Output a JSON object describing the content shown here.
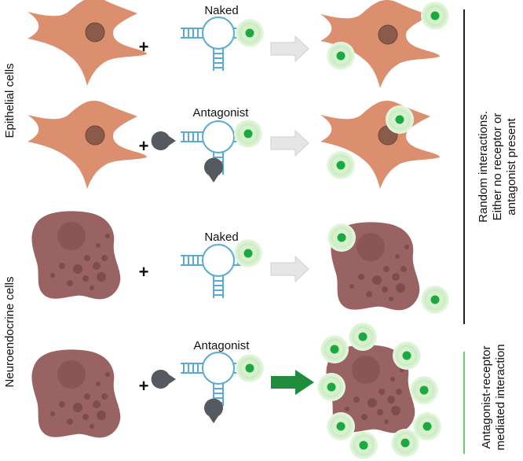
{
  "row_labels": {
    "epithelial": "Epithelial cells",
    "neuroendocrine": "Neuroendocrine cells"
  },
  "rows": [
    {
      "aptamer_label": "Naked"
    },
    {
      "aptamer_label": "Antagonist"
    },
    {
      "aptamer_label": "Naked"
    },
    {
      "aptamer_label": "Antagonist"
    }
  ],
  "plus_symbol": "+",
  "right_labels": {
    "random": [
      "Random interactions.",
      "Either no receptor or",
      "antagonist present"
    ],
    "mediated": [
      "Antagonist-receptor",
      "mediated interaction"
    ]
  },
  "colors": {
    "epithelial_cell": "#dc8f6f",
    "epithelial_nucleus": "#8a5a4a",
    "neuro_cell": "#9a6363",
    "neuro_nucleus": "#8a5555",
    "neuro_granules": "#7c4d4d",
    "aptamer": "#5aa9d6",
    "antagonist": "#555a60",
    "fluor_core": "#1aaa3e",
    "fluor_glow": "#bfe6b2",
    "arrow_gray": "#e6e6e6",
    "arrow_green": "#1e8c3a",
    "bar_black": "#222222",
    "bar_green": "#6ccf6c"
  },
  "icons": [
    "epithelial-cell-icon",
    "neuroendocrine-cell-icon",
    "aptamer-icon",
    "antagonist-icon",
    "fluorophore-icon",
    "arrow-icon"
  ]
}
